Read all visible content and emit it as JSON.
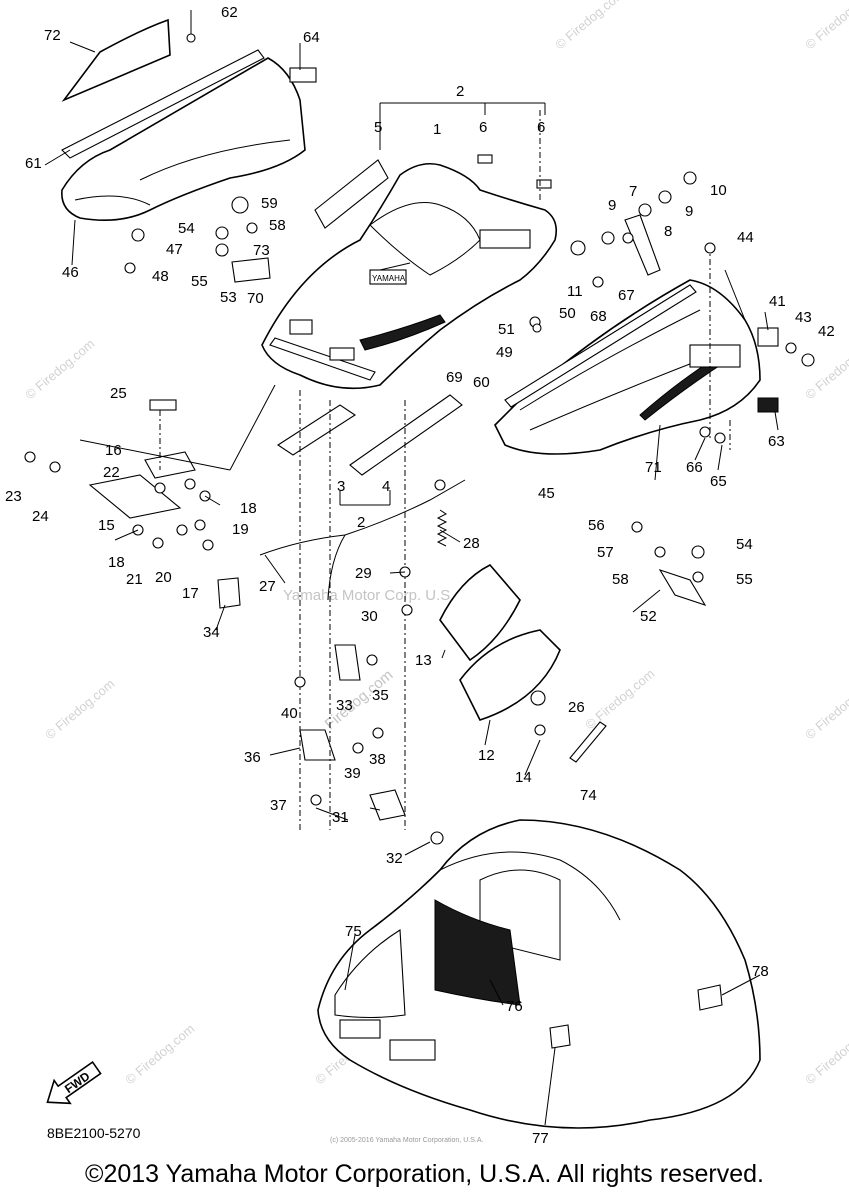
{
  "labels": [
    "1",
    "2",
    "3",
    "4",
    "5",
    "6",
    "7",
    "8",
    "9",
    "10",
    "11",
    "12",
    "13",
    "14",
    "15",
    "16",
    "17",
    "18",
    "19",
    "20",
    "21",
    "22",
    "23",
    "24",
    "25",
    "26",
    "27",
    "28",
    "29",
    "30",
    "31",
    "32",
    "33",
    "34",
    "35",
    "36",
    "37",
    "38",
    "39",
    "40",
    "41",
    "42",
    "43",
    "44",
    "45",
    "46",
    "47",
    "48",
    "49",
    "50",
    "51",
    "52",
    "53",
    "54",
    "55",
    "56",
    "57",
    "58",
    "59",
    "60",
    "61",
    "62",
    "63",
    "64",
    "65",
    "66",
    "67",
    "68",
    "69",
    "70",
    "71",
    "72",
    "73",
    "74",
    "75",
    "76",
    "77",
    "78"
  ],
  "extra_labels": {
    "label_2_lower": "2",
    "label_6_second": "6",
    "label_9_second": "9",
    "label_18_second": "18",
    "label_54_second": "54",
    "label_55_second": "55",
    "label_58_second": "58"
  },
  "badge_text": "YAMAHA",
  "fwd_label": "FWD",
  "diagram_code": "8BE2100-5270",
  "watermark": "© Firedog.com",
  "watermark_center": "Yamaha Motor Corp. U.S.A.",
  "watermark_center_small": "Firedog.com",
  "fine_print": "(c) 2005-2016 Yamaha Motor Corporation, U.S.A.",
  "copyright": "©2013 Yamaha Motor Corporation, U.S.A. All rights reserved."
}
